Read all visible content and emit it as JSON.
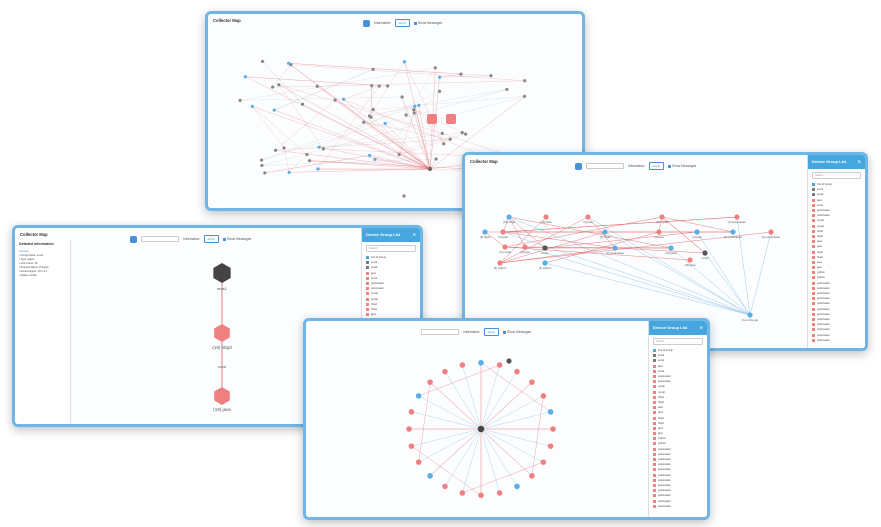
{
  "windows": {
    "top": {
      "title": "Collector Map",
      "toolbar": {
        "filter_label": "Information",
        "apply": "Apply",
        "show_label": "Show Messages"
      }
    },
    "right": {
      "title": "Collector Map",
      "toolbar": {
        "filter_label": "Information",
        "apply": "Apply",
        "show_label": "Show Messages"
      },
      "node_labels": [
        "(19) httpd",
        "(19) java",
        "(3) java",
        "(5) mysql",
        "(4) postmaster",
        "(3) httpd",
        "(3) java",
        "ems1",
        "(3) httpd",
        "(3) java",
        "(4) java",
        "(3) postmaster",
        "(3) postmaster",
        "(3) mysql",
        "(3) java",
        "(3) postmaster",
        "(10) java",
        "(18) java",
        "ems2",
        "(5) python",
        "(4) python",
        "Out of Group"
      ]
    },
    "left": {
      "title": "Collector Map",
      "toolbar": {
        "filter_label": "Information",
        "apply": "Apply",
        "show_label": "Show Messages"
      },
      "detail_title": "Detailed Information",
      "groups_title": "Groups",
      "groups": [
        "• Group Name: ems1",
        "• Type: agent",
        "• Link Count: 15",
        "• Protocol Name: Process",
        "• Access Agent: 10.1.1.1",
        "• Status: Online"
      ],
      "node_center_label": "ems1",
      "node_upper_label": "(19) httpd",
      "node_lower_label": "(19) java",
      "edge_label": "10000"
    },
    "bottom": {
      "title": "",
      "toolbar": {
        "filter_label": "Information",
        "apply": "Apply",
        "show_label": "Show Messages"
      }
    }
  },
  "panel": {
    "title": "Device Group List",
    "search_placeholder": "Search",
    "items": [
      "Out of Group",
      "ems1",
      "ems2",
      "java",
      "ems1",
      "postmaster",
      "postmaster",
      "mysql",
      "mysql",
      "httpd",
      "httpd",
      "java",
      "java",
      "httpd",
      "httpd",
      "java",
      "java",
      "python",
      "python",
      "postmaster",
      "postmaster",
      "postmaster",
      "postmaster",
      "postmaster",
      "postmaster",
      "postmaster",
      "postmaster",
      "postmaster",
      "postmaster",
      "postmaster",
      "postmaster",
      "postmaster"
    ]
  },
  "colors": {
    "accent": "#45a7dd",
    "node_red": "#f08080",
    "node_blue": "#5aaee6",
    "edge_red": "#e06060",
    "edge_blue": "#9ccbe8"
  }
}
